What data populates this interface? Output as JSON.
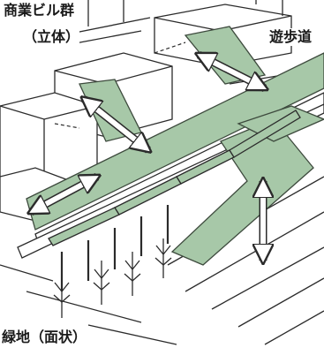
{
  "labels": {
    "commercial": "商業ビル群",
    "commercial_sub": "（立体）",
    "walkway": "遊歩道",
    "green": "緑地（面状）"
  },
  "colors": {
    "walkway_fill": "#a7c8a8",
    "walkway_stroke": "#3d4a3d",
    "line": "#2b2b2b",
    "background": "#ffffff"
  },
  "icons": {
    "arrow": "double-headed-arrow",
    "tree": "bare-tree"
  }
}
